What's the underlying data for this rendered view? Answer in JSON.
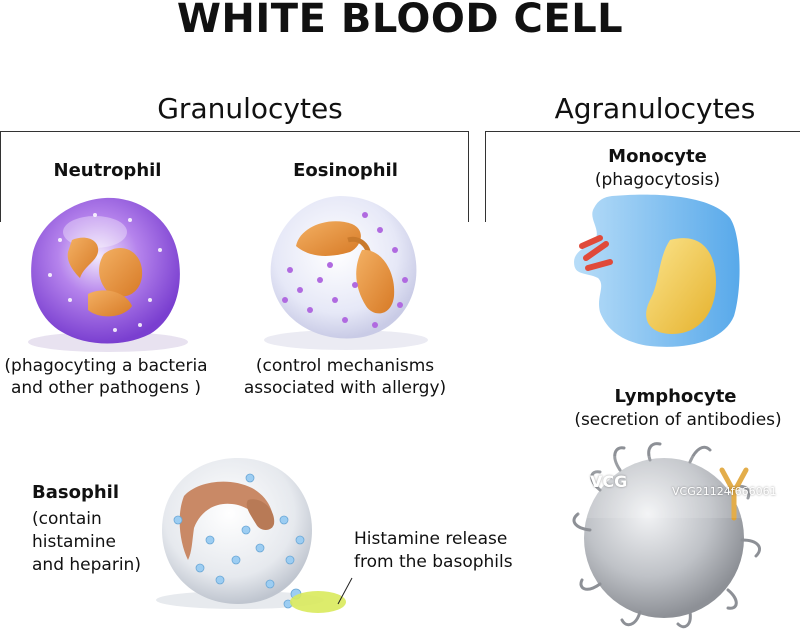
{
  "title": "WHITE BLOOD CELL",
  "groups": {
    "granulocytes": "Granulocytes",
    "agranulocytes": "Agranulocytes"
  },
  "cells": {
    "neutrophil": {
      "name": "Neutrophil",
      "desc_line1": "(phagocyting a bacteria",
      "desc_line2": "and other pathogens )"
    },
    "eosinophil": {
      "name": "Eosinophil",
      "desc_line1": "(control mechanisms",
      "desc_line2": "associated with allergy)"
    },
    "basophil": {
      "name": "Basophil",
      "desc_line1": "(contain",
      "desc_line2": "histamine",
      "desc_line3": "and heparin)",
      "release_line1": "Histamine release",
      "release_line2": "from the basophils"
    },
    "monocyte": {
      "name": "Monocyte",
      "desc": "(phagocytosis)"
    },
    "lymphocyte": {
      "name": "Lymphocyte",
      "desc": "(secretion of antibodies)"
    }
  },
  "watermark": {
    "logo": "VCG",
    "code": "VCG21124f666061"
  },
  "colors": {
    "neutrophil": "#8a4fd8",
    "eosinophil": "#eef0fb",
    "basophil": "#e4e8ee",
    "monocyte": "#7fbdf0",
    "monocyte_nucleus": "#f3c93e",
    "lymphocyte": "#b5b8bd",
    "nucleus": "#e9943a",
    "granule_purple": "#b06ae0",
    "granule_blue": "#9ccdf2",
    "histamine": "#d9ea5c"
  }
}
